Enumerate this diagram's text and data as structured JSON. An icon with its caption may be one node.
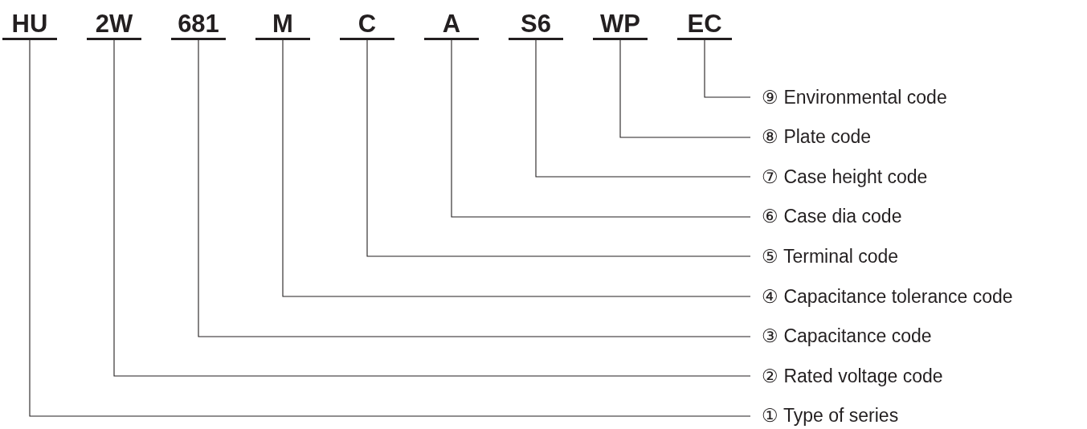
{
  "diagram": {
    "nodes": [
      {
        "text": [
          "HU"
        ]
      },
      {
        "text": [
          "2W"
        ]
      },
      {
        "text": [
          "681"
        ]
      },
      {
        "text": [
          "M"
        ]
      },
      {
        "text": [
          "C"
        ]
      },
      {
        "text": [
          "A"
        ]
      },
      {
        "text": [
          "S6"
        ]
      },
      {
        "text": [
          "WP"
        ]
      },
      {
        "text": [
          "EC"
        ]
      },
      {
        "text": [
          "⑨ Environmental code"
        ]
      },
      {
        "text": [
          "⑧ Plate code"
        ]
      },
      {
        "text": [
          "⑦ Case height code"
        ]
      },
      {
        "text": [
          "⑥ Case dia code"
        ]
      },
      {
        "text": [
          "⑤ Terminal code"
        ]
      },
      {
        "text": [
          "④ Capacitance tolerance code"
        ]
      },
      {
        "text": [
          "③ Capacitance code"
        ]
      },
      {
        "text": [
          "② Rated voltage code"
        ]
      },
      {
        "text": [
          "① Type of series"
        ]
      }
    ],
    "edges": [
      {
        "from": 0,
        "to": 17,
        "arrow": "none"
      },
      {
        "from": 1,
        "to": 16,
        "arrow": "none"
      },
      {
        "from": 2,
        "to": 15,
        "arrow": "none"
      },
      {
        "from": 3,
        "to": 14,
        "arrow": "none"
      },
      {
        "from": 4,
        "to": 13,
        "arrow": "none"
      },
      {
        "from": 5,
        "to": 12,
        "arrow": "none"
      },
      {
        "from": 6,
        "to": 11,
        "arrow": "none"
      },
      {
        "from": 7,
        "to": 10,
        "arrow": "none"
      },
      {
        "from": 8,
        "to": 9,
        "arrow": "none"
      }
    ]
  }
}
